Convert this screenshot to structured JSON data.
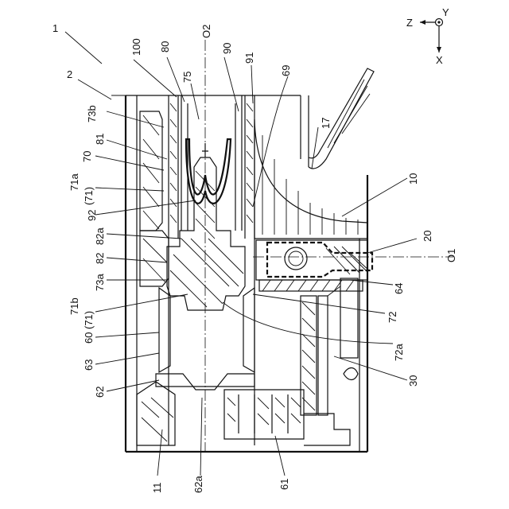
{
  "labels": {
    "assembly": "1",
    "unit": "2",
    "axis_o2": "O2",
    "axis_o1": "O1",
    "l100": "100",
    "l80": "80",
    "l75": "75",
    "l90": "90",
    "l91": "91",
    "l69": "69",
    "l17": "17",
    "l73b": "73b",
    "l81": "81",
    "l70": "70",
    "l71a": "71a",
    "l71a_sub": "(71)",
    "l92": "92",
    "l82a": "82a",
    "l82": "82",
    "l73a": "73a",
    "l71b": "71b",
    "l71b_sub": "(71)",
    "l60": "60",
    "l63": "63",
    "l62": "62",
    "l11": "11",
    "l62a": "62a",
    "l61": "61",
    "l30": "30",
    "l72a": "72a",
    "l72": "72",
    "l64": "64",
    "l20": "20",
    "l10": "10"
  },
  "axes_legend": {
    "z": "Z",
    "y": "Y",
    "x": "X"
  }
}
